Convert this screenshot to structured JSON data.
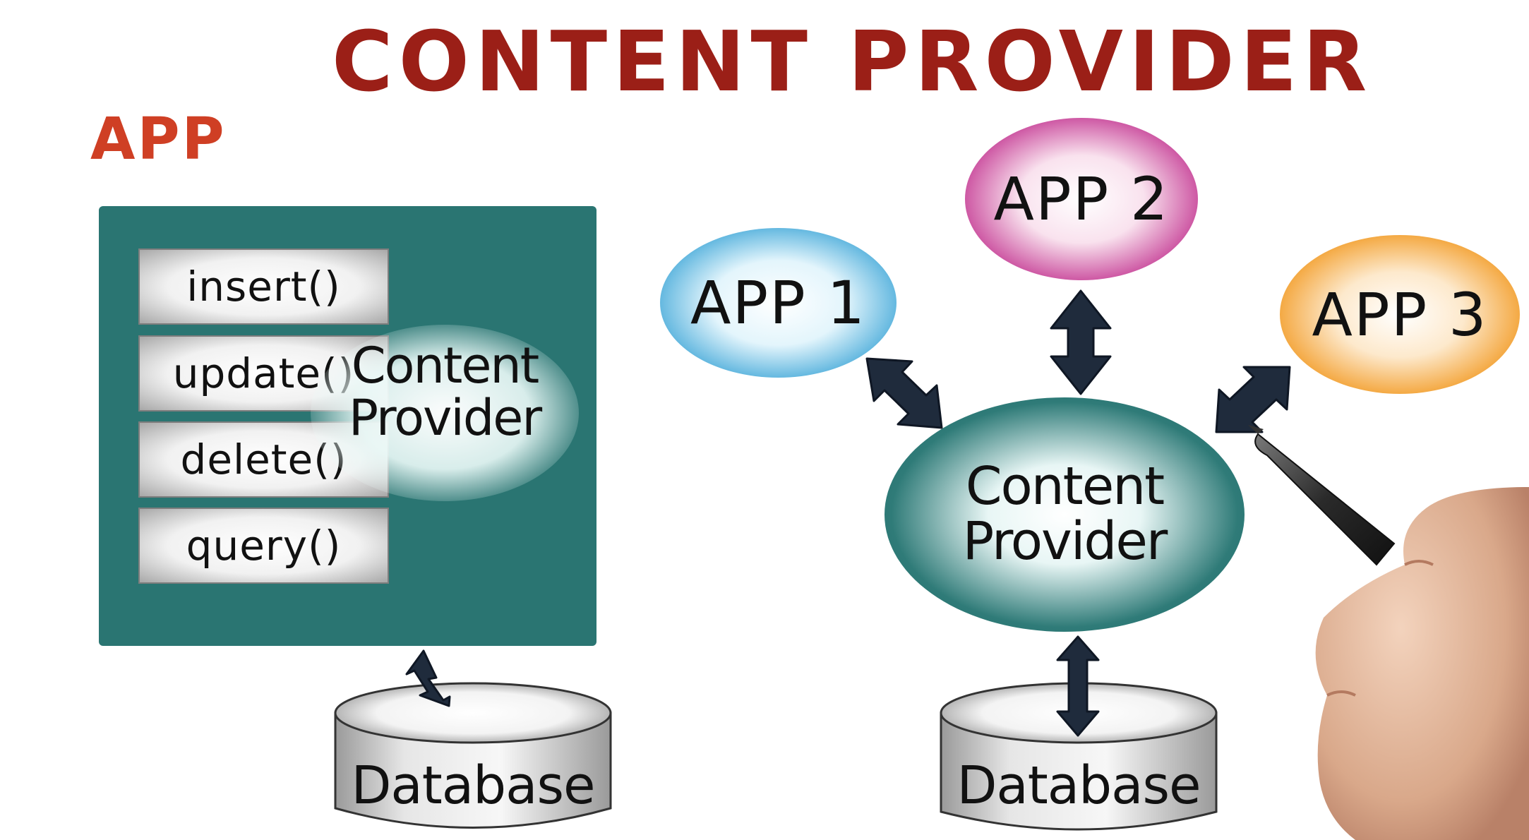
{
  "title": "CONTENT PROVIDER",
  "left": {
    "app_label": "APP",
    "methods": [
      "insert()",
      "update()",
      "delete()",
      "query()"
    ],
    "provider_line1": "Content",
    "provider_line2": "Provider",
    "database": "Database"
  },
  "right": {
    "apps": [
      "APP 1",
      "APP 2",
      "APP 3"
    ],
    "provider_line1": "Content",
    "provider_line2": "Provider",
    "database": "Database"
  },
  "colors": {
    "title": "#9b1f17",
    "app_label": "#cf3f24",
    "provider_box": "#2a7572",
    "arrow": "#1f2b3c",
    "app1": "#3a9bd1",
    "app2": "#b8378c",
    "app3": "#ee9227"
  }
}
